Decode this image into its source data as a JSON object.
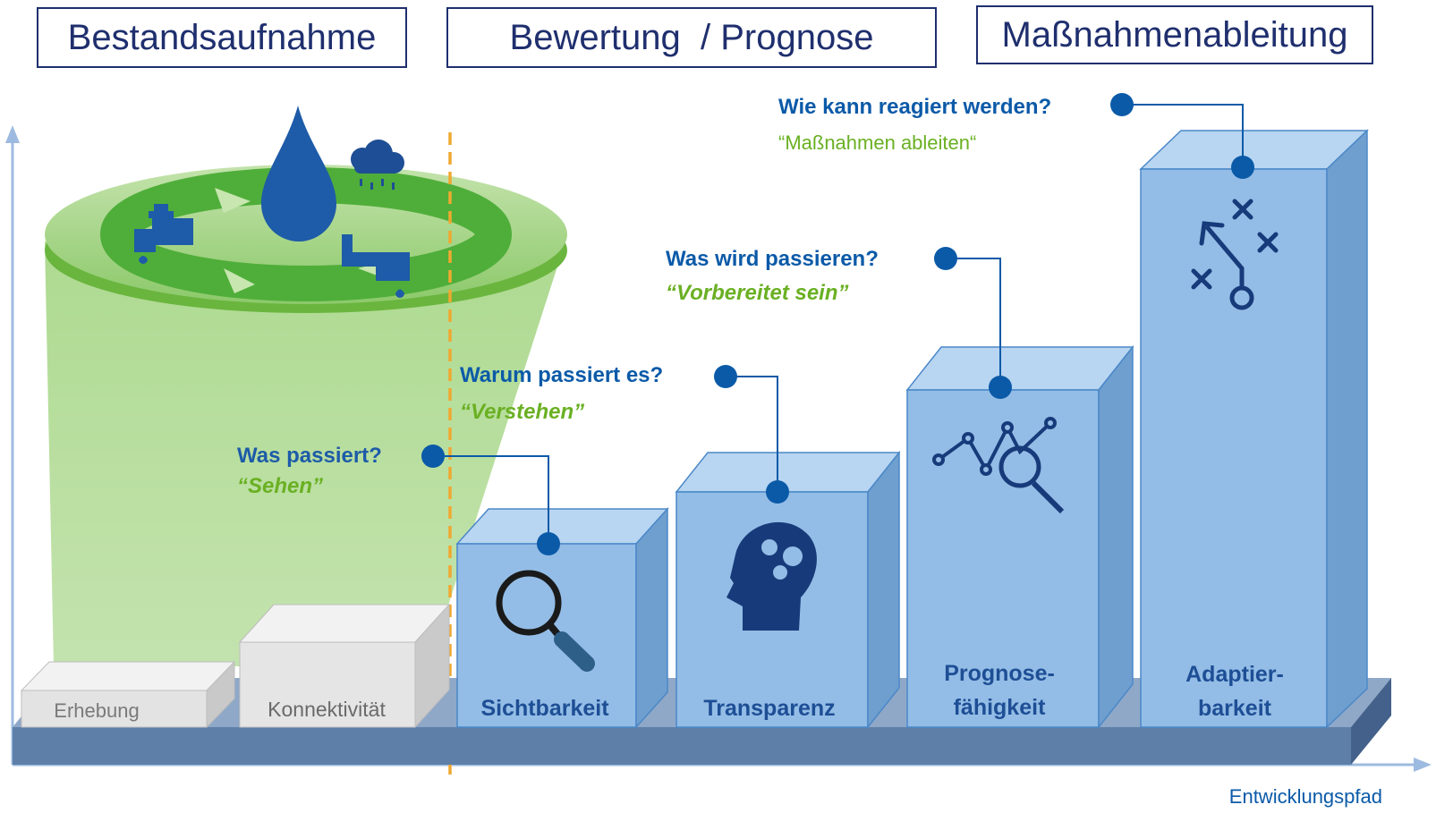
{
  "phases": {
    "inventory": "Bestandsaufnahme",
    "assessment": "Bewertung  / Prognose",
    "measures": "Maßnahmenableitung"
  },
  "stages": {
    "erhebung": "Erhebung",
    "konnektivitaet": "Konnektivität",
    "sichtbarkeit": "Sichtbarkeit",
    "transparenz": "Transparenz",
    "prognose_1": "Prognose-",
    "prognose_2": "fähigkeit",
    "adaptier_1": "Adaptier-",
    "adaptier_2": "barkeit"
  },
  "questions": {
    "q1": "Was passiert?",
    "a1": "“Sehen”",
    "q2": "Warum passiert es?",
    "a2": "“Verstehen”",
    "q3": "Was wird passieren?",
    "a3": "“Vorbereitet sein”",
    "q4": "Wie kann reagiert werden?",
    "a4": "“Maßnahmen ableiten“"
  },
  "axis": {
    "x_label": "Entwicklungspfad"
  },
  "colors": {
    "navy": "#1f2f6e",
    "question_blue": "#0b5aa8",
    "answer_green": "#6ab023",
    "block_front": "#93bde6",
    "block_side": "#6f9fcf",
    "block_top": "#b8d5f1",
    "platform": "#5d7fa8",
    "grey_block": "#e6e6e6",
    "divider": "#f0a830"
  },
  "icons": [
    "water-cycle-icon",
    "faucet-icon",
    "water-drop-icon",
    "rain-cloud-icon",
    "magnifier-icon",
    "brain-head-icon",
    "analytics-icon",
    "strategy-play-icon"
  ]
}
